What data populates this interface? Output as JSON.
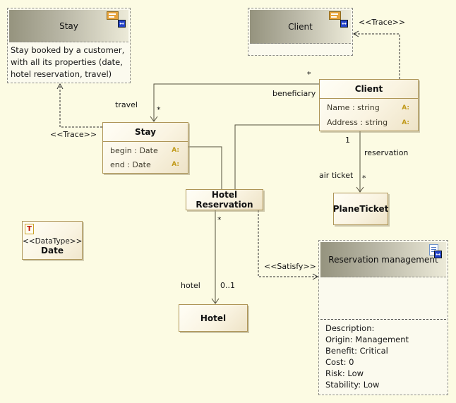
{
  "diagram": {
    "requirements": {
      "stay": {
        "title": "Stay",
        "description_lines": [
          "Stay booked by a customer,",
          "with all its properties (date,",
          "hotel reservation, travel)"
        ]
      },
      "client": {
        "title": "Client"
      },
      "reservation_management": {
        "title": "Reservation management",
        "fields": [
          "Description:",
          "Origin: Management",
          "Benefit: Critical",
          "Cost: 0",
          "Risk: Low",
          "Stability: Low"
        ]
      }
    },
    "classes": {
      "client": {
        "name": "Client",
        "attributes": [
          "Name : string",
          "Address : string"
        ]
      },
      "stay": {
        "name": "Stay",
        "attributes": [
          "begin : Date",
          "end : Date"
        ]
      },
      "hotel_reservation": {
        "name": "Hotel Reservation"
      },
      "plane_ticket": {
        "name": "PlaneTicket"
      },
      "hotel": {
        "name": "Hotel"
      }
    },
    "datatype": {
      "stereotype": "<<DataType>>",
      "name": "Date"
    },
    "links": {
      "trace_client": {
        "label": "<<Trace>>"
      },
      "trace_stay": {
        "label": "<<Trace>>"
      },
      "satisfy": {
        "label": "<<Satisfy>>"
      },
      "client_stay": {
        "role_source": "beneficiary",
        "mult_source": "*",
        "role_target": "travel",
        "mult_target": "*"
      },
      "client_planeticket": {
        "role_source": "reservation",
        "mult_source": "1",
        "role_target": "air ticket",
        "mult_target": "*"
      },
      "hotelreservation_hotel": {
        "role_target": "hotel",
        "mult_source": "*",
        "mult_target": "0..1"
      }
    },
    "icons": {
      "attribute": "A:",
      "datatype_letter": "T",
      "link_glyph": "↔"
    },
    "colors": {
      "background": "#FCFBE3",
      "class_border": "#AE9557",
      "association_line": "#55503C",
      "dependency_line": "#2B2B2B",
      "header_gradient_dark": "#95937E",
      "attribute_icon": "#C19A1B"
    }
  }
}
